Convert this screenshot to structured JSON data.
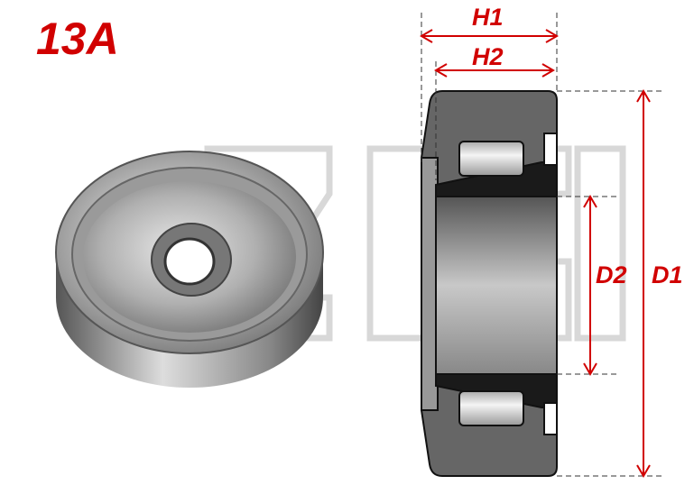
{
  "part_code": "13A",
  "dimensions": {
    "h1": "H1",
    "h2": "H2",
    "d1": "D1",
    "d2": "D2"
  },
  "colors": {
    "dimension": "#d10000",
    "outer_ring": "#666666",
    "inner_ring": "#1a1a1a"
  }
}
